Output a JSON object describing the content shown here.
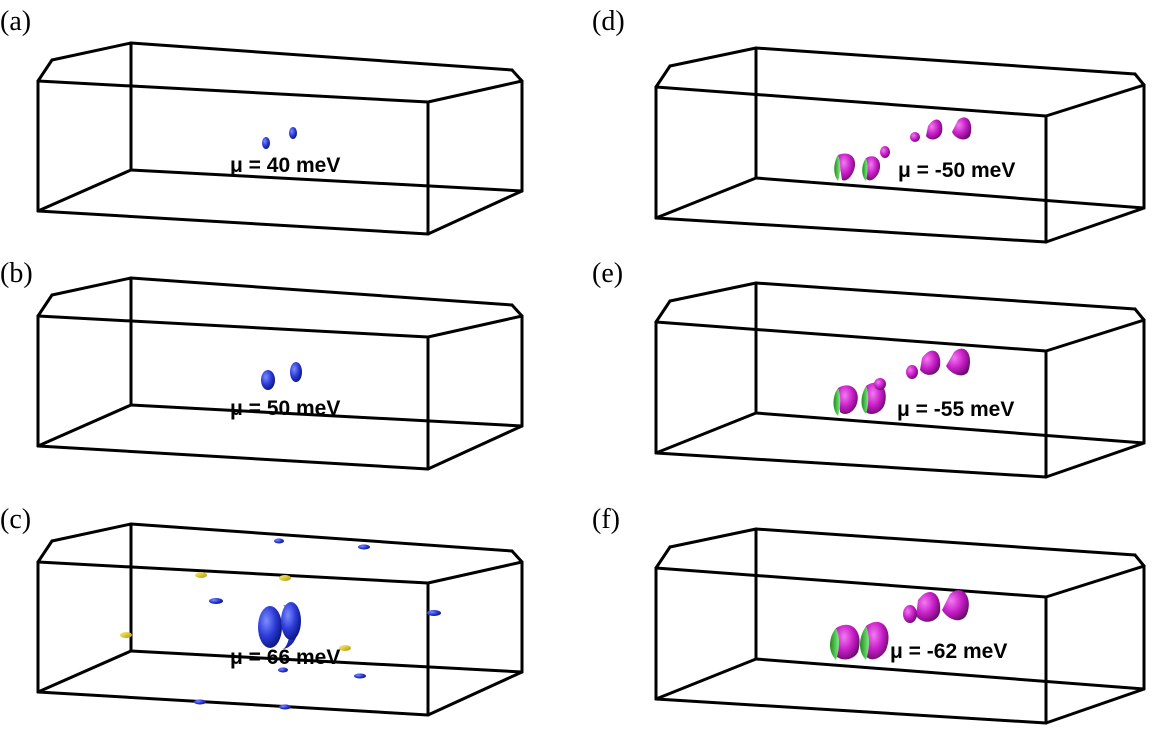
{
  "figure": {
    "panels": [
      {
        "letter": "(a)",
        "mu": "μ = 40 meV",
        "pocket_color": "#2b3bd6"
      },
      {
        "letter": "(b)",
        "mu": "μ = 50 meV",
        "pocket_color": "#2b3bd6"
      },
      {
        "letter": "(c)",
        "mu": "μ = 66 meV",
        "pocket_color": "#2b3bd6",
        "secondary_color": "#e8d020"
      },
      {
        "letter": "(d)",
        "mu": "μ = -50 meV",
        "pocket_color": "#c81ec8",
        "secondary_color": "#3ecf3e"
      },
      {
        "letter": "(e)",
        "mu": "μ = -55 meV",
        "pocket_color": "#c81ec8",
        "secondary_color": "#3ecf3e"
      },
      {
        "letter": "(f)",
        "mu": "μ = -62 meV",
        "pocket_color": "#c81ec8",
        "secondary_color": "#3ecf3e"
      }
    ]
  }
}
